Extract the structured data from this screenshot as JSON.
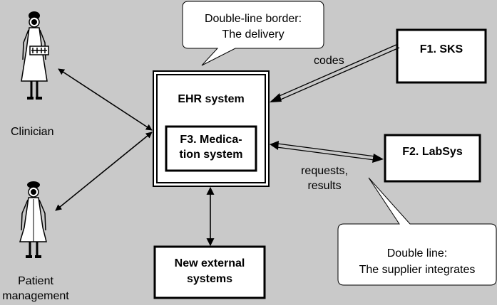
{
  "callout_top": {
    "line1": "Double-line border:",
    "line2": "The delivery"
  },
  "callout_bottom": {
    "line1": "Double line:",
    "line2": "The supplier integrates"
  },
  "ehr": {
    "title": "EHR system"
  },
  "medication": {
    "line1": "F3. Medica-",
    "line2": "tion system"
  },
  "sks": {
    "title": "F1. SKS"
  },
  "labsys": {
    "title": "F2. LabSys"
  },
  "external": {
    "line1": "New external",
    "line2": "systems"
  },
  "labels": {
    "codes": "codes",
    "requests": "requests,",
    "results": "results"
  },
  "actors": {
    "clinician": "Clinician",
    "patient_line1": "Patient",
    "patient_line2": "management"
  },
  "colors": {
    "background": "#c9c9c9",
    "box_fill": "#ffffff",
    "stroke": "#000000"
  }
}
